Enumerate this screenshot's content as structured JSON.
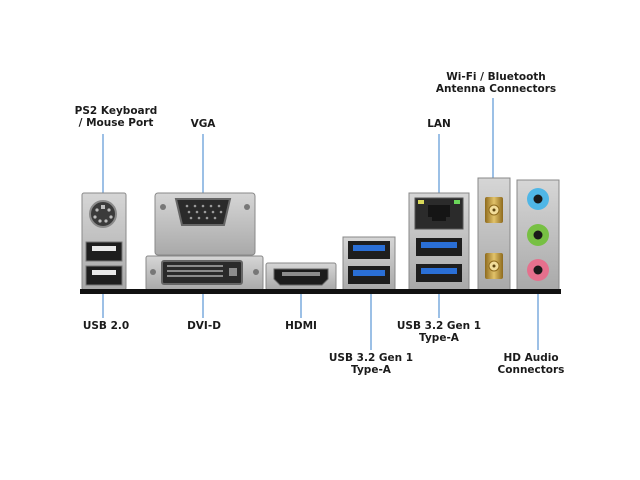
{
  "labels": {
    "ps2": {
      "line1": "PS2 Keyboard",
      "line2": "/ Mouse Port"
    },
    "vga": {
      "line1": "VGA"
    },
    "lan": {
      "line1": "LAN"
    },
    "wifi": {
      "line1": "Wi-Fi / Bluetooth",
      "line2": "Antenna Connectors"
    },
    "usb20": {
      "line1": "USB 2.0"
    },
    "dvid": {
      "line1": "DVI-D"
    },
    "hdmi": {
      "line1": "HDMI"
    },
    "usb32_right": {
      "line1": "USB 3.2 Gen 1",
      "line2": "Type-A"
    },
    "usb32_left": {
      "line1": "USB 3.2 Gen 1",
      "line2": "Type-A"
    },
    "hdaudio": {
      "line1": "HD Audio",
      "line2": "Connectors"
    }
  },
  "colors": {
    "callout_line": "#5b95d6",
    "usb3_blue": "#2a6fd6",
    "audio_blue": "#4fb6e6",
    "audio_green": "#77c043",
    "audio_pink": "#e5708d",
    "antenna_gold": "#c9a13d",
    "bracket_base": "#111111",
    "metal": "#bcbcbc"
  }
}
